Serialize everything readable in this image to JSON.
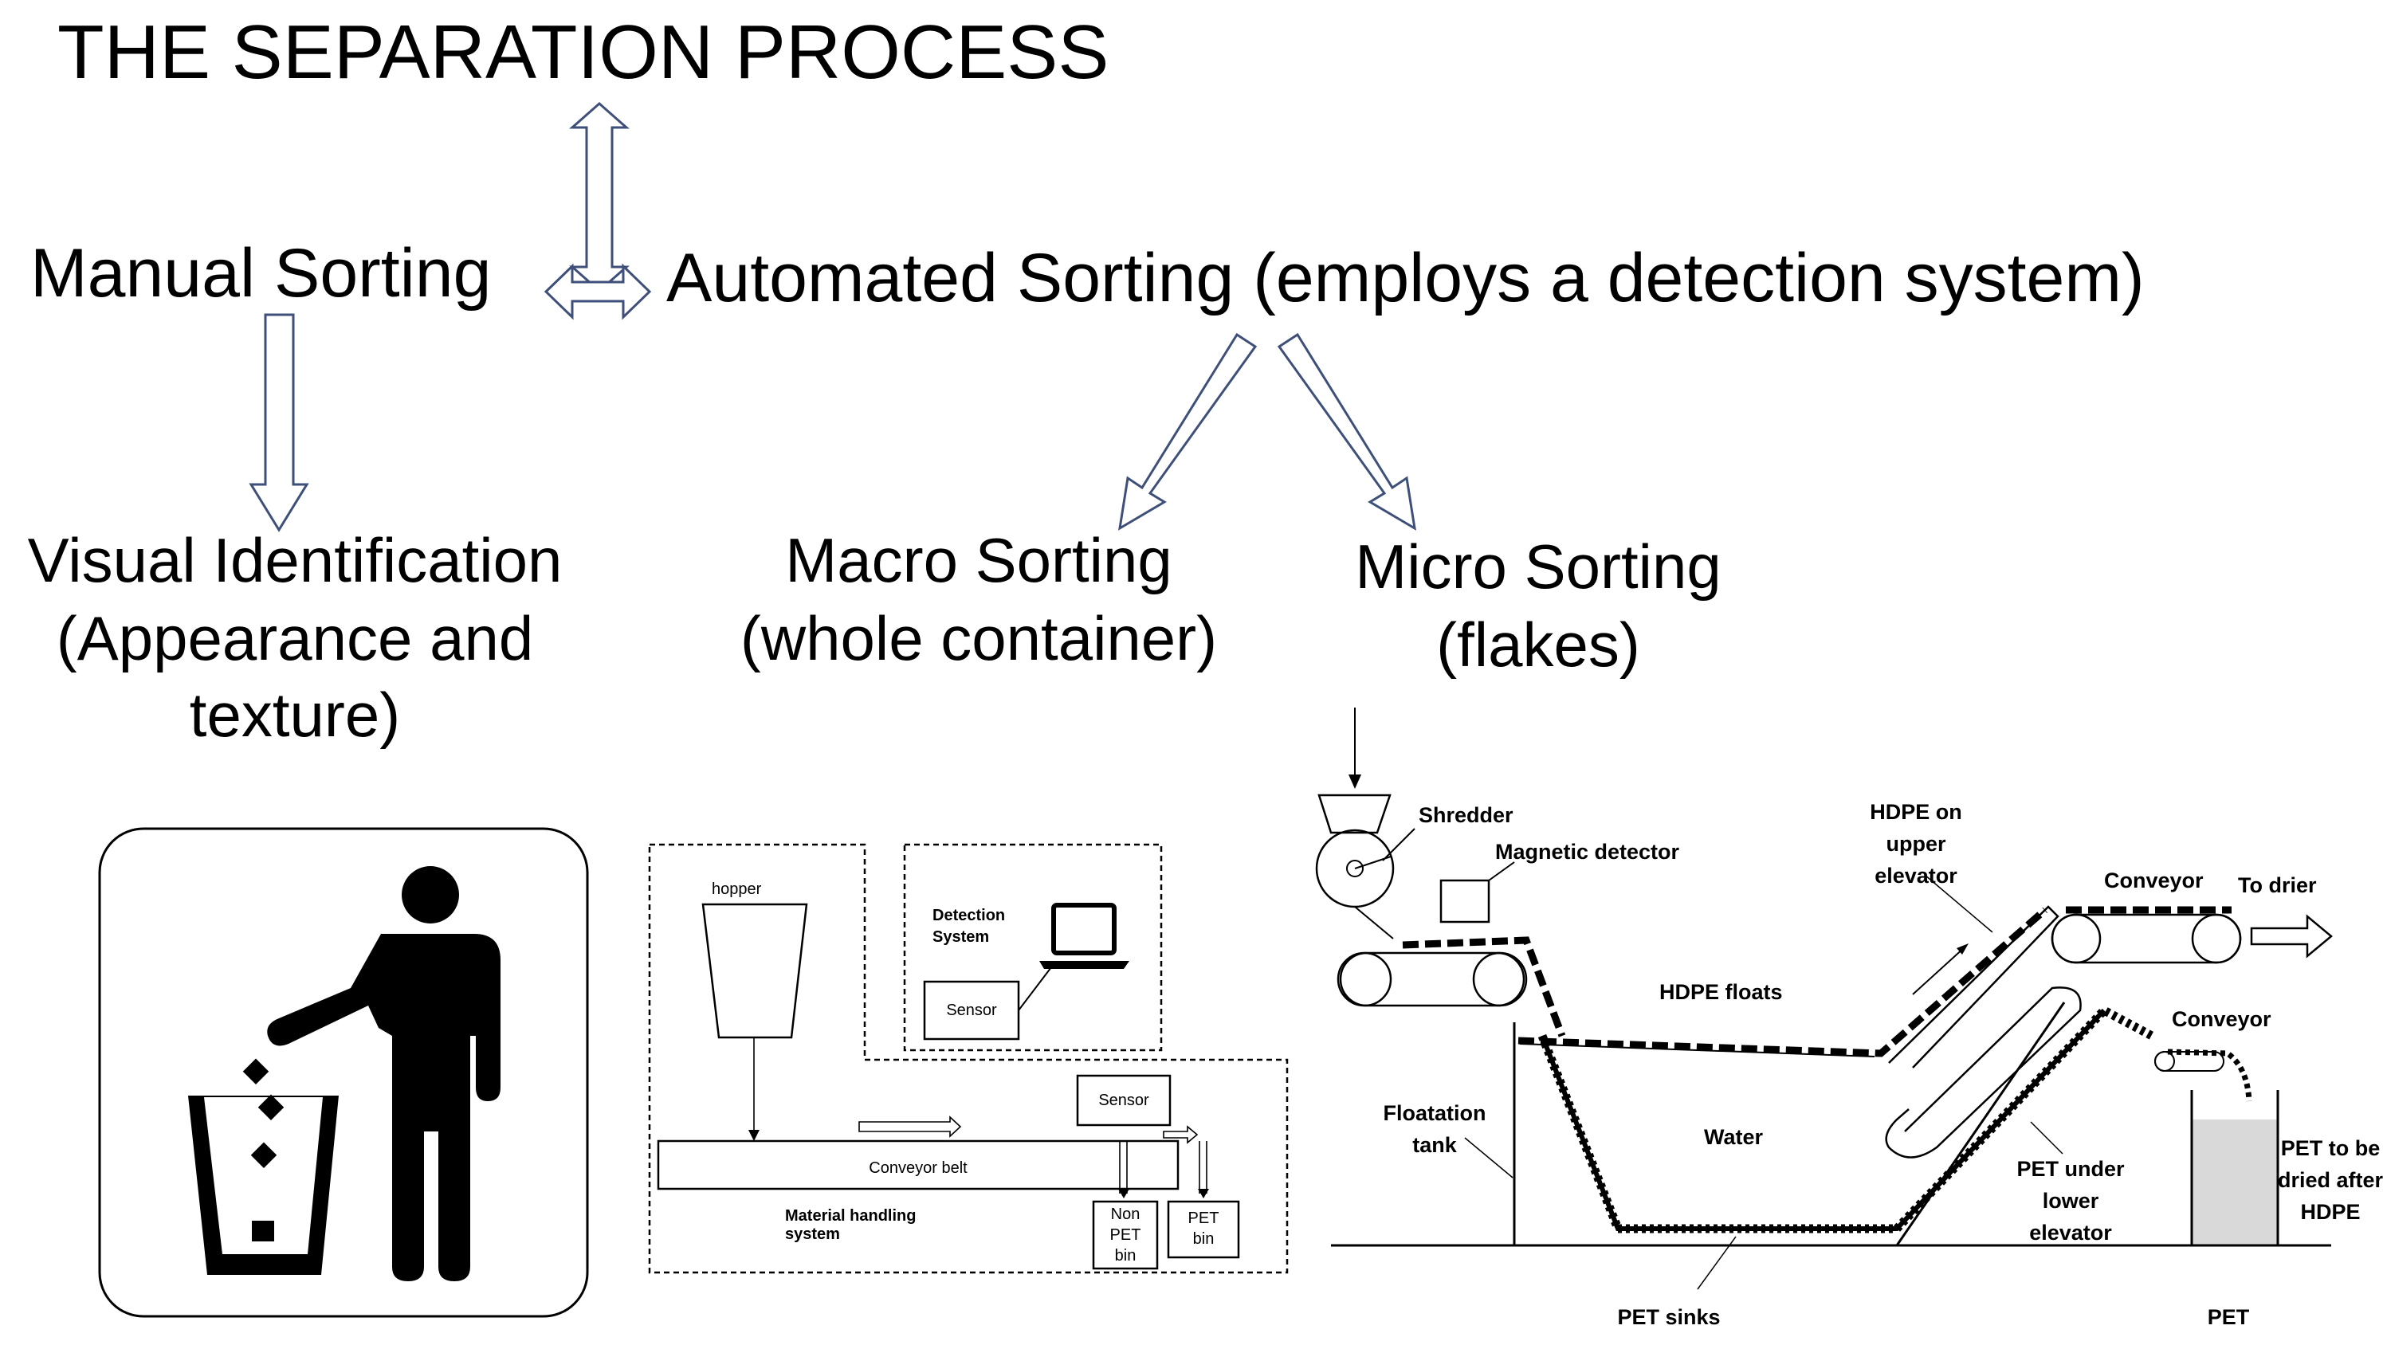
{
  "title": "THE SEPARATION PROCESS",
  "manual": {
    "label": "Manual Sorting"
  },
  "automated": {
    "label": "Automated Sorting (employs a detection system)"
  },
  "visual": {
    "lines": [
      "Visual Identification",
      "(Appearance and",
      "texture)"
    ]
  },
  "macro": {
    "lines": [
      "Macro Sorting",
      "(whole container)"
    ]
  },
  "micro": {
    "lines": [
      "Micro Sorting",
      "(flakes)"
    ]
  },
  "macro_diagram": {
    "hopper": "hopper",
    "detection_lines": [
      "Detection",
      "System"
    ],
    "sensor_top": "Sensor",
    "sensor_right": "Sensor",
    "conveyor": "Conveyor belt",
    "material_lines": [
      "Material handling",
      "system"
    ],
    "non_pet_lines": [
      "Non",
      "PET",
      "bin"
    ],
    "pet_bin_lines": [
      "PET",
      "bin"
    ]
  },
  "micro_diagram": {
    "shredder": "Shredder",
    "magnetic": "Magnetic detector",
    "hdpe_upper_lines": [
      "HDPE on",
      "upper",
      "elevator"
    ],
    "conveyor_top": "Conveyor",
    "to_drier": "To drier",
    "hdpe_floats": "HDPE floats",
    "conveyor_right": "Conveyor",
    "floatation_lines": [
      "Floatation",
      "tank"
    ],
    "water": "Water",
    "pet_under_lines": [
      "PET under",
      "lower",
      "elevator"
    ],
    "pet_dried_lines": [
      "PET to be",
      "dried after",
      "HDPE"
    ],
    "pet_sinks": "PET sinks",
    "pet": "PET"
  },
  "icons": {
    "trash": "person-throwing-trash-icon",
    "laptop": "laptop-icon"
  },
  "colors": {
    "arrow_outline": "#3e4f7a",
    "text": "#000000",
    "background": "#ffffff",
    "pet_fill": "#d9d9d9"
  }
}
